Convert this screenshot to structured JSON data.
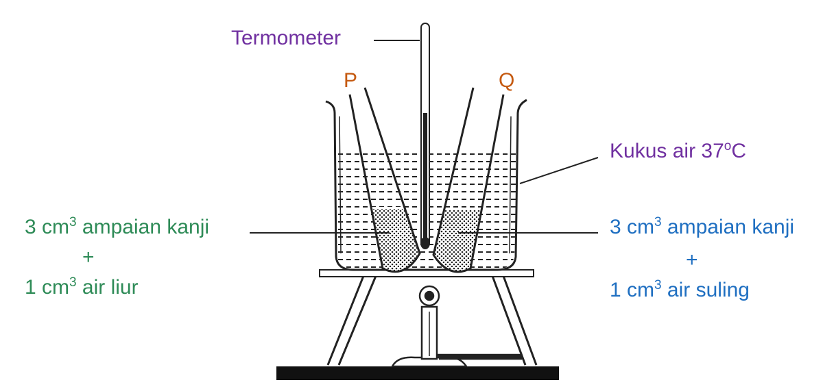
{
  "labels": {
    "thermometer": "Termometer",
    "tube_p": "P",
    "tube_q": "Q",
    "water_bath": "Kukus air 37",
    "water_bath_sup": "o",
    "water_bath_unit": "C",
    "left": {
      "line1_pre": "3 cm",
      "line1_sup": "3",
      "line1_post": " ampaian kanji",
      "plus": "+",
      "line2_pre": "1 cm",
      "line2_sup": "3",
      "line2_post": " air liur"
    },
    "right": {
      "line1_pre": "3 cm",
      "line1_sup": "3",
      "line1_post": " ampaian kanji",
      "plus": "+",
      "line2_pre": "1 cm",
      "line2_sup": "3",
      "line2_post": " air suling"
    }
  },
  "colors": {
    "thermometer": "#7030a0",
    "tubes": "#c55a11",
    "water_bath": "#7030a0",
    "left_mixture": "#2e8b57",
    "right_mixture": "#1f6fc1"
  }
}
